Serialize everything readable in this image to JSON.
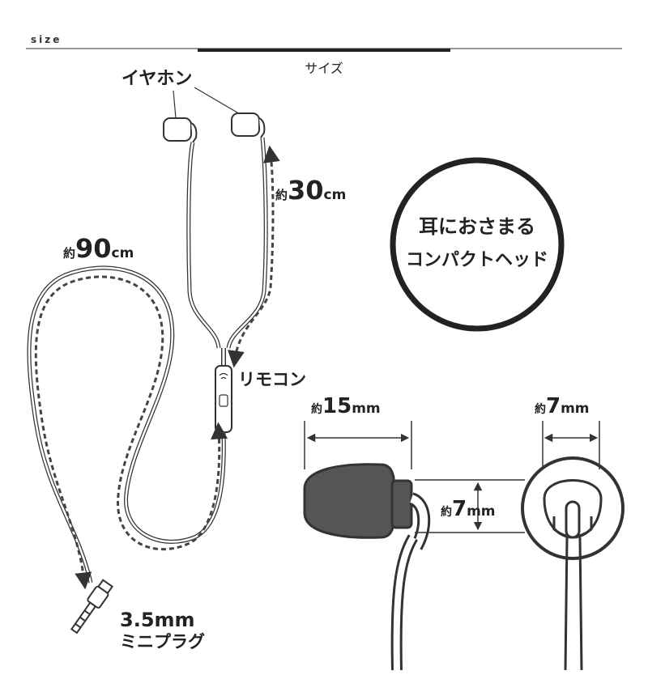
{
  "header": {
    "section_label": "size",
    "title": "サイズ"
  },
  "labels": {
    "earphone": "イヤホン",
    "cable_short": {
      "prefix": "約",
      "value": "30",
      "unit": "cm"
    },
    "cable_long": {
      "prefix": "約",
      "value": "90",
      "unit": "cm"
    },
    "remote": "リモコン",
    "plug_line1": "3.5mm",
    "plug_line2": "ミニプラグ",
    "badge_line1": "耳におさまる",
    "badge_line2": "コンパクトヘッド",
    "dim_width": {
      "prefix": "約",
      "value": "15",
      "unit": "mm"
    },
    "dim_height": {
      "prefix": "約",
      "value": "7",
      "unit": "mm"
    },
    "dim_nozzle": {
      "prefix": "約",
      "value": "7",
      "unit": "mm"
    }
  },
  "colors": {
    "ink": "#333333",
    "fill": "#555555",
    "rule": "#222222"
  }
}
